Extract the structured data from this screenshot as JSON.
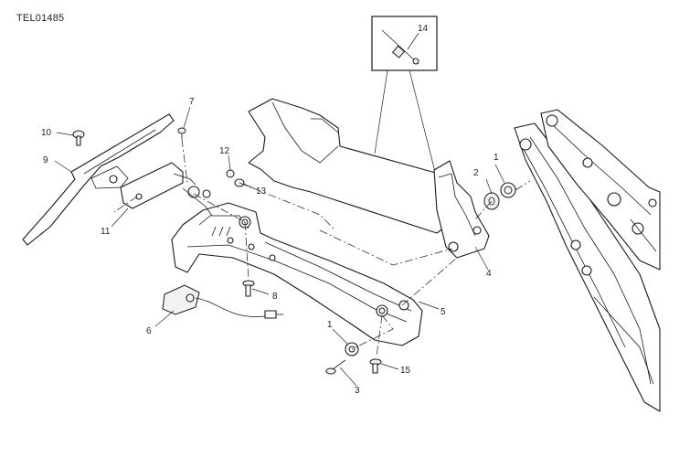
{
  "drawing": {
    "id": "TEL01485"
  },
  "callouts": {
    "c1a": "1",
    "c1b": "1",
    "c2": "2",
    "c3": "3",
    "c4": "4",
    "c5": "5",
    "c6": "6",
    "c7": "7",
    "c8": "8",
    "c9": "9",
    "c10": "10",
    "c11": "11",
    "c12": "12",
    "c13": "13",
    "c14": "14",
    "c15": "15"
  }
}
